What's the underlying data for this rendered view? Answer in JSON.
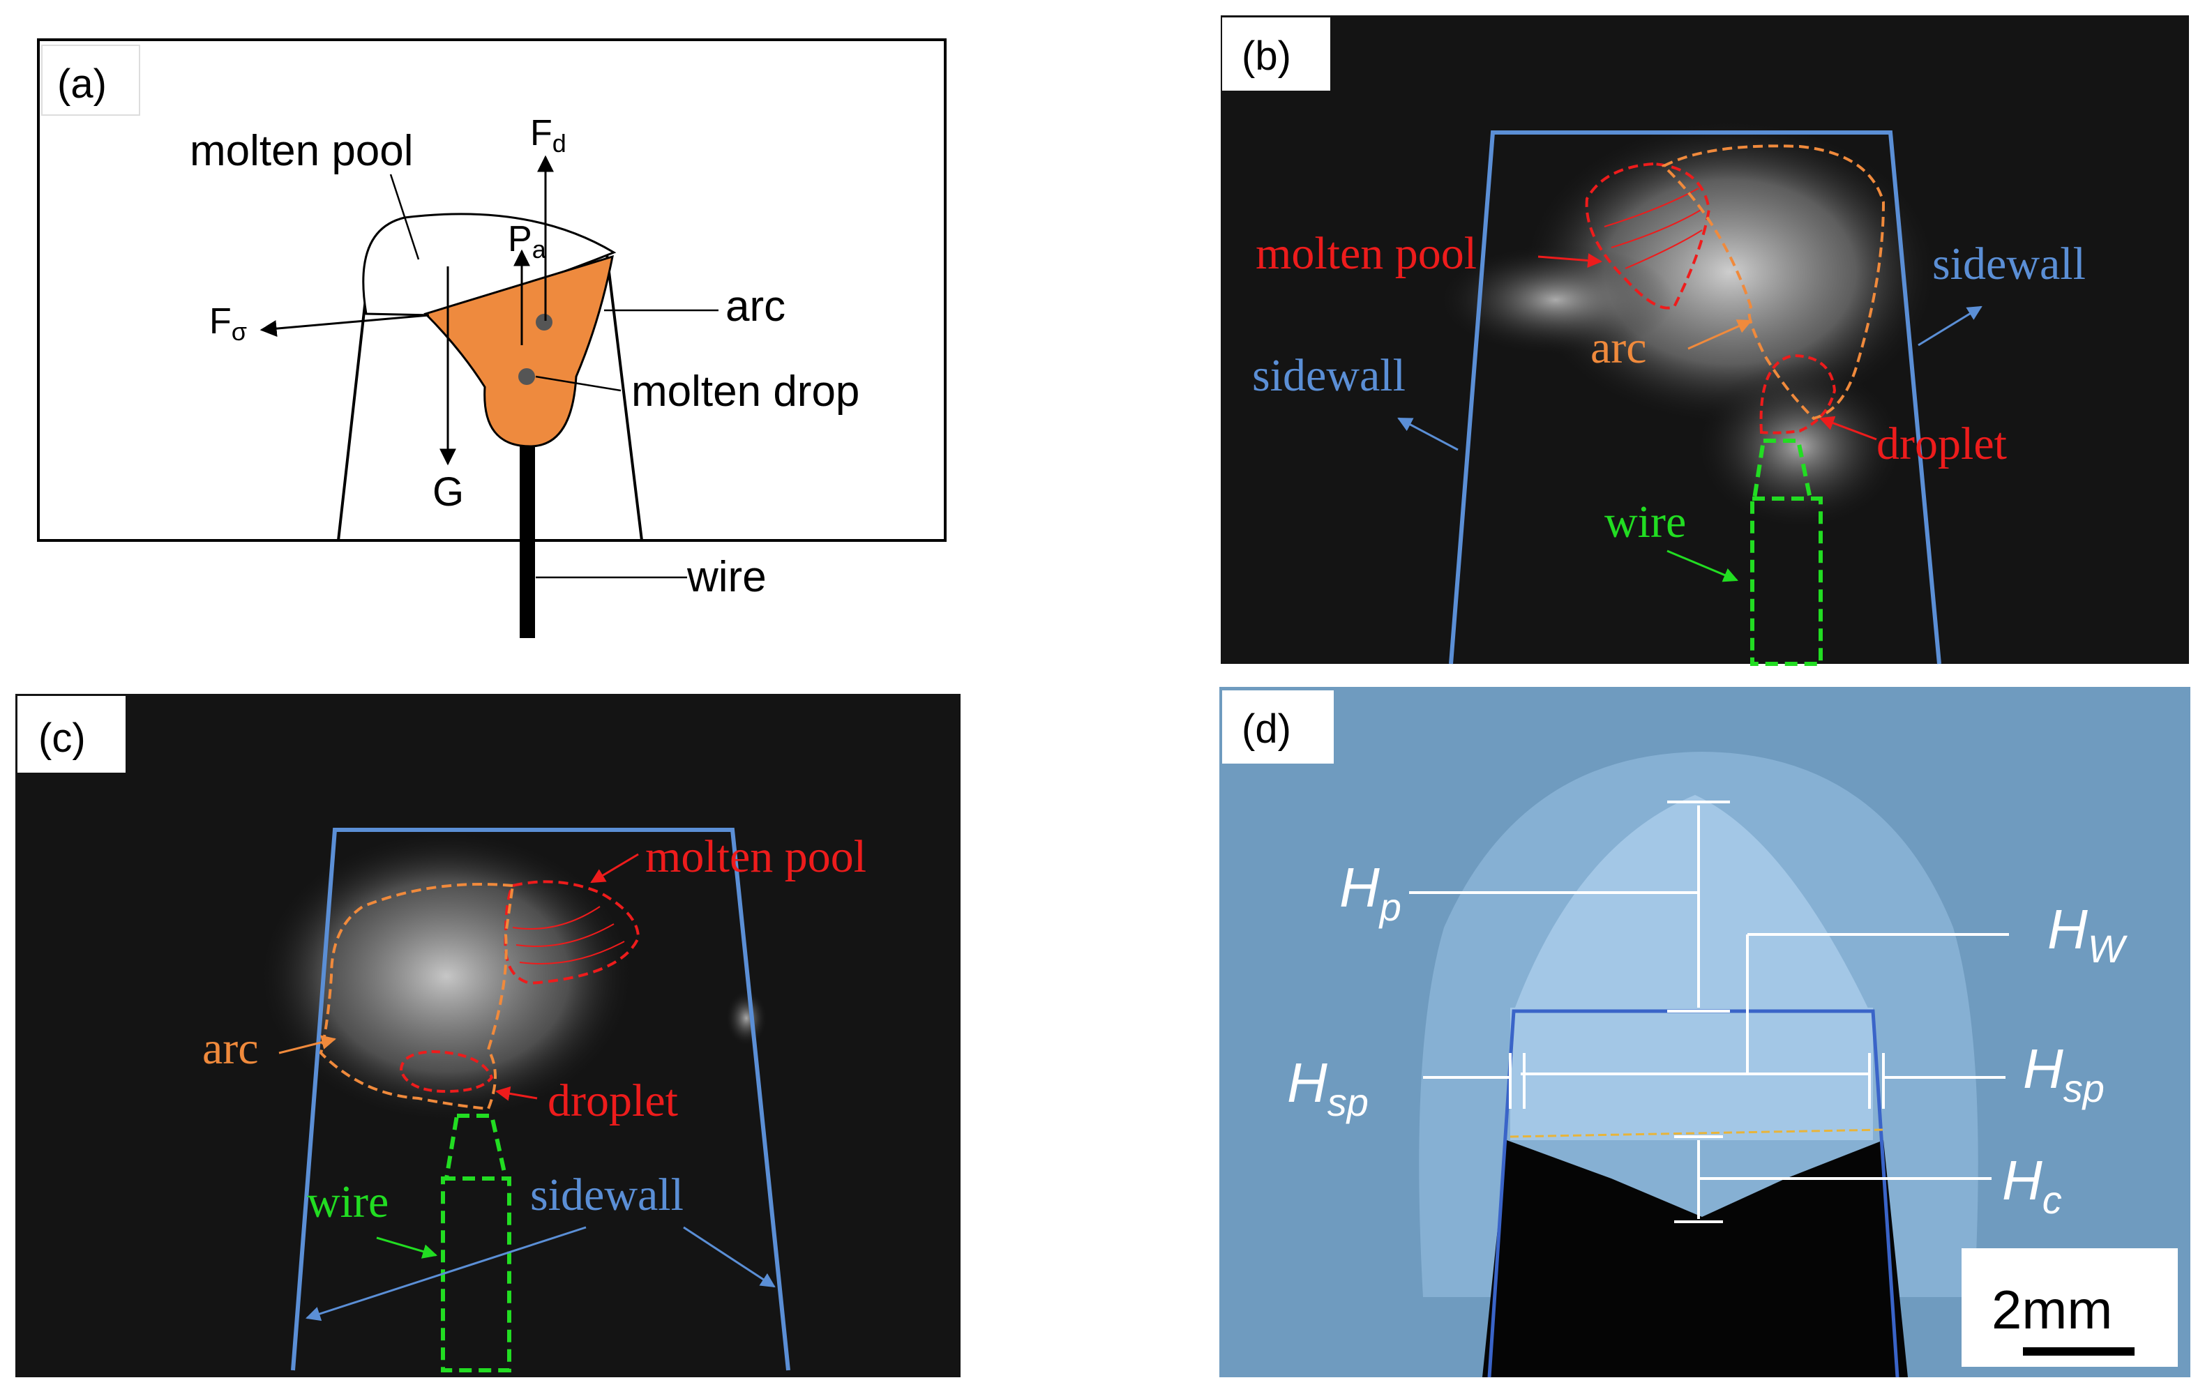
{
  "panels": {
    "a": {
      "tag": "(a)",
      "molten_pool": "molten pool",
      "arc": "arc",
      "molten_drop": "molten drop",
      "wire": "wire",
      "f_d": "F",
      "f_d_sub": "d",
      "p_a": "P",
      "p_a_sub": "a",
      "f_sigma": "F",
      "f_sigma_sub": "σ",
      "g": "G",
      "colors": {
        "drop_fill": "#ee8a3e",
        "line": "#000000"
      }
    },
    "b": {
      "tag": "(b)",
      "molten_pool": "molten pool",
      "sidewall_left": "sidewall",
      "sidewall_right": "sidewall",
      "arc": "arc",
      "droplet": "droplet",
      "wire": "wire",
      "colors": {
        "red": "#ee1c1c",
        "orange": "#f08a3c",
        "blue": "#5b8fd6",
        "green": "#22dd22",
        "bg": "#141414"
      }
    },
    "c": {
      "tag": "(c)",
      "molten_pool": "molten pool",
      "arc": "arc",
      "droplet": "droplet",
      "wire": "wire",
      "sidewall": "sidewall",
      "colors": {
        "red": "#ee1c1c",
        "orange": "#f08a3c",
        "blue": "#5b8fd6",
        "green": "#22dd22",
        "bg": "#141414"
      }
    },
    "d": {
      "tag": "(d)",
      "h_p": "H",
      "h_p_sub": "p",
      "h_w": "H",
      "h_w_sub": "W",
      "h_sp_left": "H",
      "h_sp_left_sub": "sp",
      "h_sp_right": "H",
      "h_sp_right_sub": "sp",
      "h_c": "H",
      "h_c_sub": "c",
      "scale": "2mm",
      "colors": {
        "bg": "#6f9bbf",
        "outer": "#86b0d3",
        "inner": "#a3c7e6",
        "wire": "#050505",
        "dash": "#e8b43a"
      }
    }
  }
}
